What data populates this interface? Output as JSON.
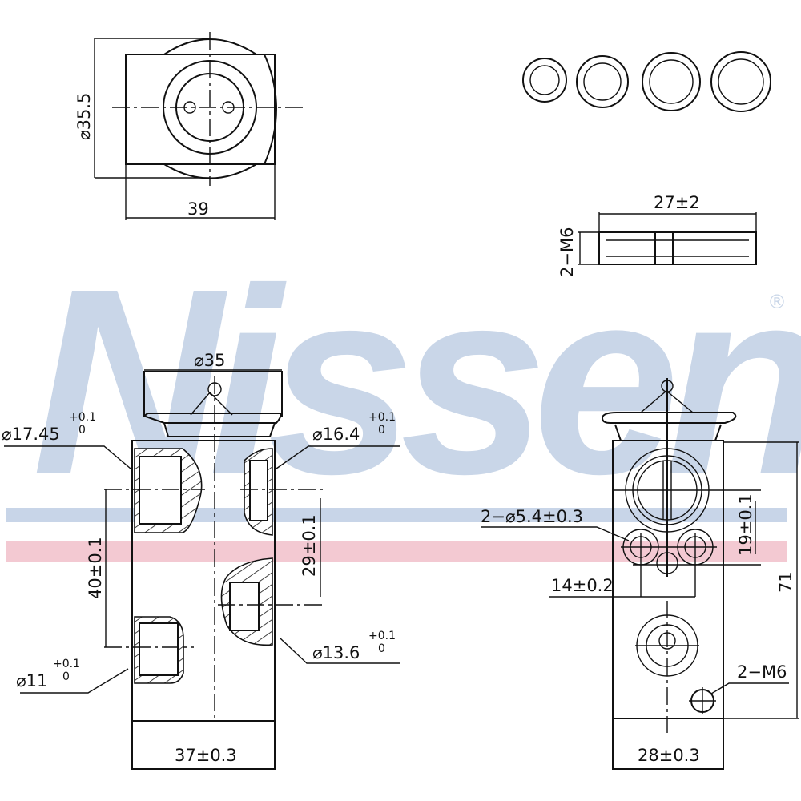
{
  "watermark": {
    "brand": "Nissens",
    "registered": "®",
    "stripe_blue": "#c8d5e8",
    "stripe_pink": "#f3c9d2"
  },
  "top_view": {
    "diameter_label": "⌀35.5",
    "width_label": "39"
  },
  "connector_view": {
    "length_label": "27±2",
    "thread_label": "2−M6"
  },
  "side_view": {
    "top_diameter": "⌀35",
    "port1": {
      "label": "⌀17.45",
      "tol_upper": "+0.1",
      "tol_lower": "0"
    },
    "port2": {
      "label": "⌀16.4",
      "tol_upper": "+0.1",
      "tol_lower": "0"
    },
    "port3": {
      "label": "⌀13.6",
      "tol_upper": "+0.1",
      "tol_lower": "0"
    },
    "port4": {
      "label": "⌀11",
      "tol_upper": "+0.1",
      "tol_lower": "0"
    },
    "spacing_left": "40±0.1",
    "spacing_right": "29±0.1",
    "width_label": "37±0.3"
  },
  "front_view": {
    "holes_label": "2−⌀5.4±0.3",
    "hole_spacing": "14±0.2",
    "vertical_offset": "19±0.1",
    "height_label": "71",
    "thread_label": "2−M6",
    "width_label": "28±0.3"
  }
}
